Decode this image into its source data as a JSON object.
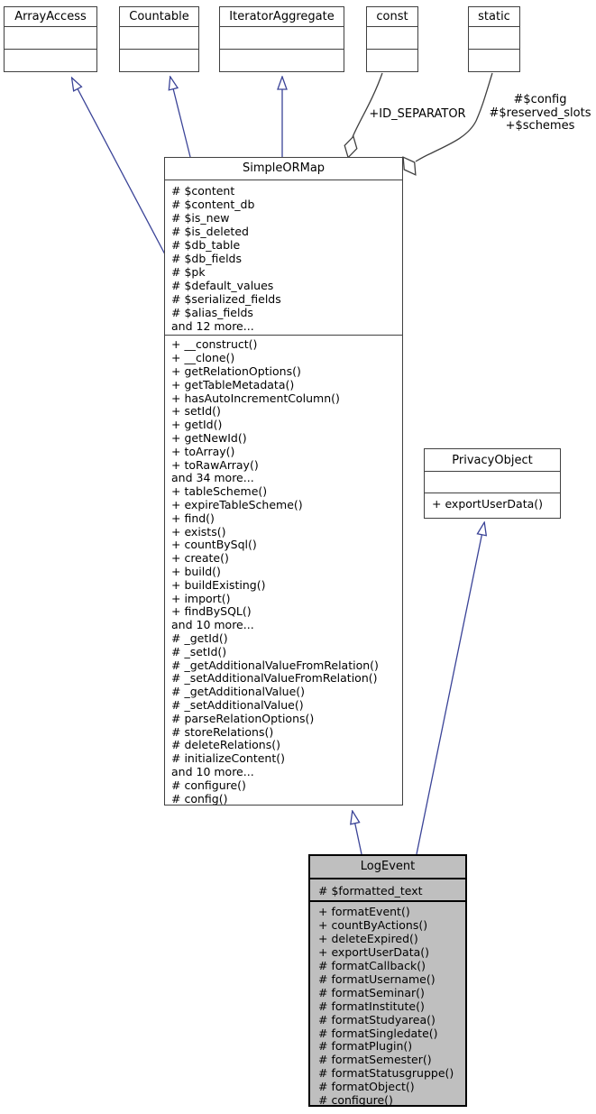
{
  "diagram": {
    "classes": {
      "array_access": {
        "title": "ArrayAccess"
      },
      "countable": {
        "title": "Countable"
      },
      "iterator_aggregate": {
        "title": "IteratorAggregate"
      },
      "const_box": {
        "title": "const"
      },
      "static_box": {
        "title": "static"
      },
      "simple_or_map": {
        "title": "SimpleORMap",
        "attributes": [
          "# $content",
          "# $content_db",
          "# $is_new",
          "# $is_deleted",
          "# $db_table",
          "# $db_fields",
          "# $pk",
          "# $default_values",
          "# $serialized_fields",
          "# $alias_fields",
          "and 12 more..."
        ],
        "methods": [
          "+ __construct()",
          "+ __clone()",
          "+ getRelationOptions()",
          "+ getTableMetadata()",
          "+ hasAutoIncrementColumn()",
          "+ setId()",
          "+ getId()",
          "+ getNewId()",
          "+ toArray()",
          "+ toRawArray()",
          "and 34 more...",
          "+ tableScheme()",
          "+ expireTableScheme()",
          "+ find()",
          "+ exists()",
          "+ countBySql()",
          "+ create()",
          "+ build()",
          "+ buildExisting()",
          "+ import()",
          "+ findBySQL()",
          "and 10 more...",
          "# _getId()",
          "# _setId()",
          "# _getAdditionalValueFromRelation()",
          "# _setAdditionalValueFromRelation()",
          "# _getAdditionalValue()",
          "# _setAdditionalValue()",
          "# parseRelationOptions()",
          "# storeRelations()",
          "# deleteRelations()",
          "# initializeContent()",
          "and 10 more...",
          "# configure()",
          "# config()"
        ]
      },
      "privacy_object": {
        "title": "PrivacyObject",
        "methods": [
          "+ exportUserData()"
        ]
      },
      "log_event": {
        "title": "LogEvent",
        "attributes": [
          "# $formatted_text"
        ],
        "methods": [
          "+ formatEvent()",
          "+ countByActions()",
          "+ deleteExpired()",
          "+ exportUserData()",
          "# formatCallback()",
          "# formatUsername()",
          "# formatSeminar()",
          "# formatInstitute()",
          "# formatStudyarea()",
          "# formatSingledate()",
          "# formatPlugin()",
          "# formatSemester()",
          "# formatStatusgruppe()",
          "# formatObject()",
          "# configure()"
        ]
      }
    },
    "edge_labels": {
      "const_edge": "+ID_SEPARATOR",
      "static_edge": [
        "#$config",
        "#$reserved_slots",
        "+$schemes"
      ]
    },
    "colors": {
      "inheritance_edge": "#3a4397",
      "aggregation_edge": "#404040",
      "highlight_fill": "#bfbfbf"
    }
  }
}
